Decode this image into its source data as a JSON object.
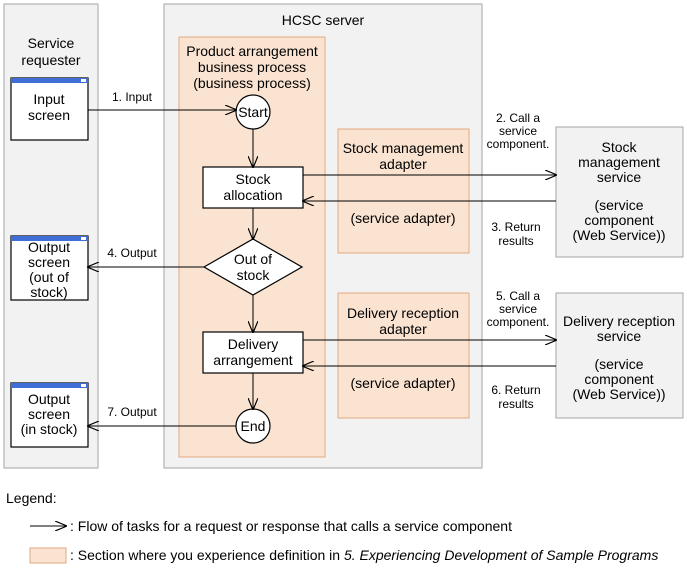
{
  "requester": {
    "title_line1": "Service",
    "title_line2": "requester"
  },
  "screens": {
    "input": {
      "line1": "Input",
      "line2": "screen"
    },
    "out_of_stock": {
      "line1": "Output",
      "line2": "screen",
      "line3": "(out of",
      "line4": "stock)"
    },
    "in_stock": {
      "line1": "Output",
      "line2": "screen",
      "line3": "(in stock)"
    }
  },
  "server": {
    "title": "HCSC server"
  },
  "process": {
    "line1": "Product arrangement",
    "line2": "business process",
    "line3": "(business process)",
    "start": "Start",
    "end": "End",
    "stock_allocation_line1": "Stock",
    "stock_allocation_line2": "allocation",
    "decision_line1": "Out of",
    "decision_line2": "stock",
    "delivery_line1": "Delivery",
    "delivery_line2": "arrangement"
  },
  "stock_adapter": {
    "line1": "Stock management",
    "line2": "adapter",
    "line3": "(service adapter)"
  },
  "delivery_adapter": {
    "line1": "Delivery reception",
    "line2": "adapter",
    "line3": "(service adapter)"
  },
  "stock_service": {
    "line1": "Stock",
    "line2": "management",
    "line3": "service",
    "line4": "(service",
    "line5": "component",
    "line6": "(Web Service))"
  },
  "delivery_service": {
    "line1": "Delivery reception",
    "line2": "service",
    "line3": "(service",
    "line4": "component",
    "line5": "(Web Service))"
  },
  "flow_labels": {
    "input": "1. Input",
    "call_stock_line1": "2. Call a",
    "call_stock_line2": "service",
    "call_stock_line3": "component.",
    "return_stock_line1": "3. Return",
    "return_stock_line2": "results",
    "output_out_of_stock": "4. Output",
    "call_delivery_line1": "5. Call a",
    "call_delivery_line2": "service",
    "call_delivery_line3": "component.",
    "return_delivery_line1": "6. Return",
    "return_delivery_line2": "results",
    "output_in_stock": "7. Output"
  },
  "legend": {
    "title": "Legend:",
    "arrow_text": ": Flow of tasks for a request or response that calls a service component",
    "section_prefix": ": Section where you experience definition in ",
    "section_reference": "5. Experiencing Development of Sample Programs"
  },
  "colors": {
    "panel_fill": "#f2f2f2",
    "highlight_fill": "#fae3d0",
    "highlight_stroke": "#e3a981",
    "window_bar": "#3f6fd6",
    "line": "#000000"
  }
}
